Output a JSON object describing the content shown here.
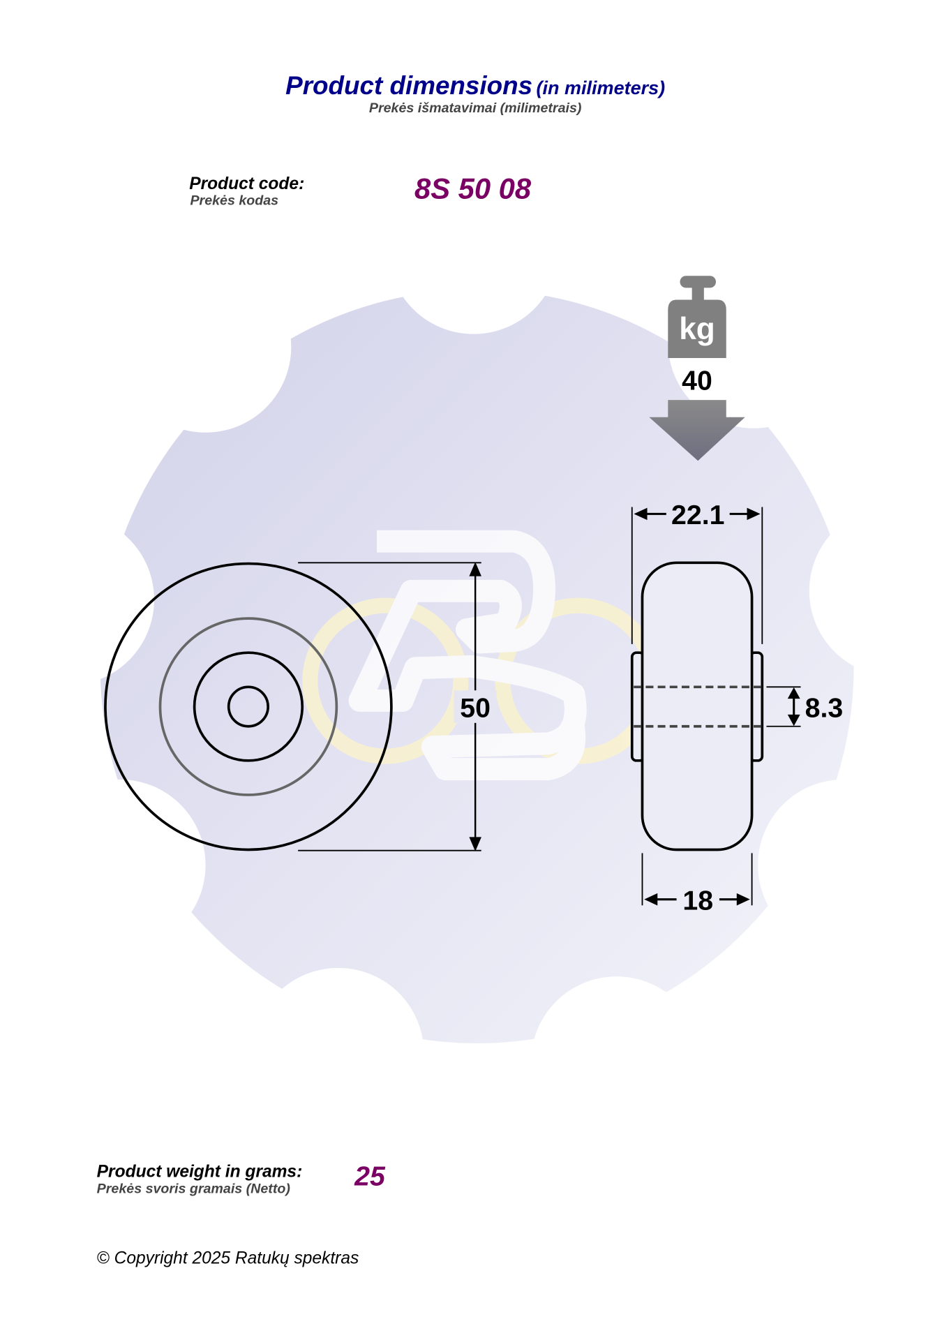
{
  "header": {
    "title": "Product dimensions",
    "title_unit": "(in milimeters)",
    "subtitle": "Prekės išmatavimai (milimetrais)"
  },
  "product_code": {
    "label": "Product code:",
    "sublabel": "Prekės kodas",
    "value": "8S 50 08"
  },
  "drawing": {
    "diameter": "50",
    "overall_width": "22.1",
    "tread_width": "18",
    "bore": "8.3",
    "load_unit": "kg",
    "load_capacity": "40",
    "load_icon": "weight-kg-icon"
  },
  "weight": {
    "label": "Product weight in grams:",
    "sublabel": "Prekės svoris gramais (Netto)",
    "value": "25"
  },
  "footer": {
    "copyright": "© Copyright 2025 Ratukų spektras"
  },
  "colors": {
    "title": "#000088",
    "accent": "#7a0064",
    "sublabel": "#444444",
    "background_shape": "#dcdcee"
  }
}
